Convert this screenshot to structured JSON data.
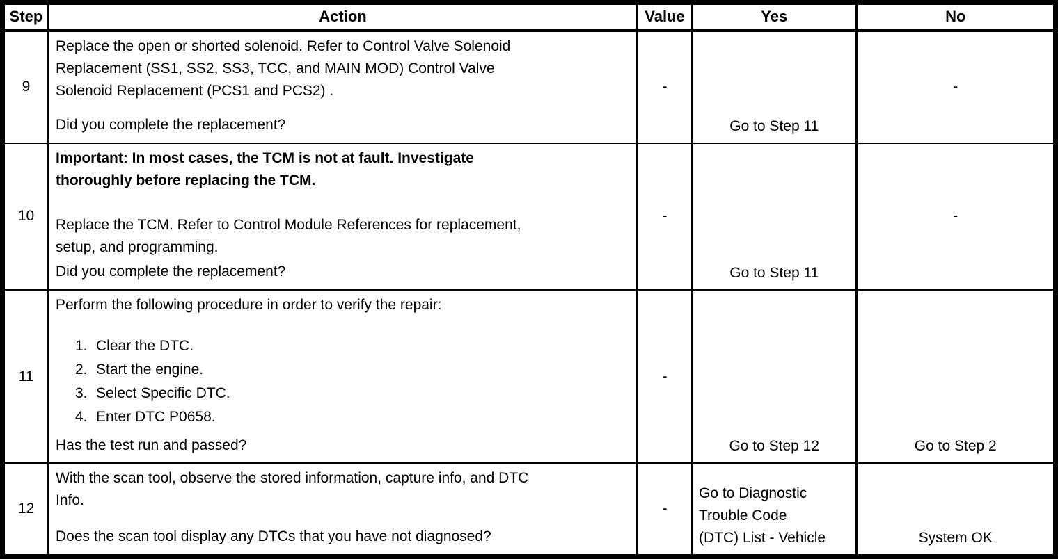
{
  "table": {
    "headers": {
      "step": "Step",
      "action": "Action",
      "value": "Value",
      "yes": "Yes",
      "no": "No"
    },
    "rows": [
      {
        "step": "9",
        "action_lines": [
          "Replace the open or shorted solenoid. Refer to Control Valve Solenoid",
          "Replacement (SS1, SS2, SS3, TCC, and MAIN MOD) Control Valve",
          "Solenoid Replacement (PCS1 and PCS2) ."
        ],
        "question": "Did you complete the replacement?",
        "value": "-",
        "yes": "Go to Step 11",
        "no": "-"
      },
      {
        "step": "10",
        "important_lines": [
          "Important: In most cases, the TCM is not at fault. Investigate",
          "thoroughly before replacing the TCM."
        ],
        "action_lines": [
          "Replace the TCM. Refer to Control Module References for replacement,",
          "setup, and programming."
        ],
        "question": "Did you complete the replacement?",
        "value": "-",
        "yes": "Go to Step 11",
        "no": "-"
      },
      {
        "step": "11",
        "intro": "Perform the following procedure in order to verify the repair:",
        "list": [
          {
            "n": "1.",
            "t": "Clear the DTC."
          },
          {
            "n": "2.",
            "t": "Start the engine."
          },
          {
            "n": "3.",
            "t": "Select Specific DTC."
          },
          {
            "n": "4.",
            "t": "Enter DTC P0658."
          }
        ],
        "question": "Has the test run and passed?",
        "value": "-",
        "yes": "Go to Step 12",
        "no": "Go to Step 2"
      },
      {
        "step": "12",
        "action_lines": [
          "With the scan tool, observe the stored information, capture info, and DTC",
          "Info."
        ],
        "question": "Does the scan tool display any DTCs that you have not diagnosed?",
        "value": "-",
        "yes_lines": [
          "Go to Diagnostic",
          "Trouble Code",
          "(DTC) List - Vehicle"
        ],
        "no": "System OK"
      }
    ]
  },
  "colors": {
    "ink": "#000000",
    "paper": "#ffffff"
  }
}
